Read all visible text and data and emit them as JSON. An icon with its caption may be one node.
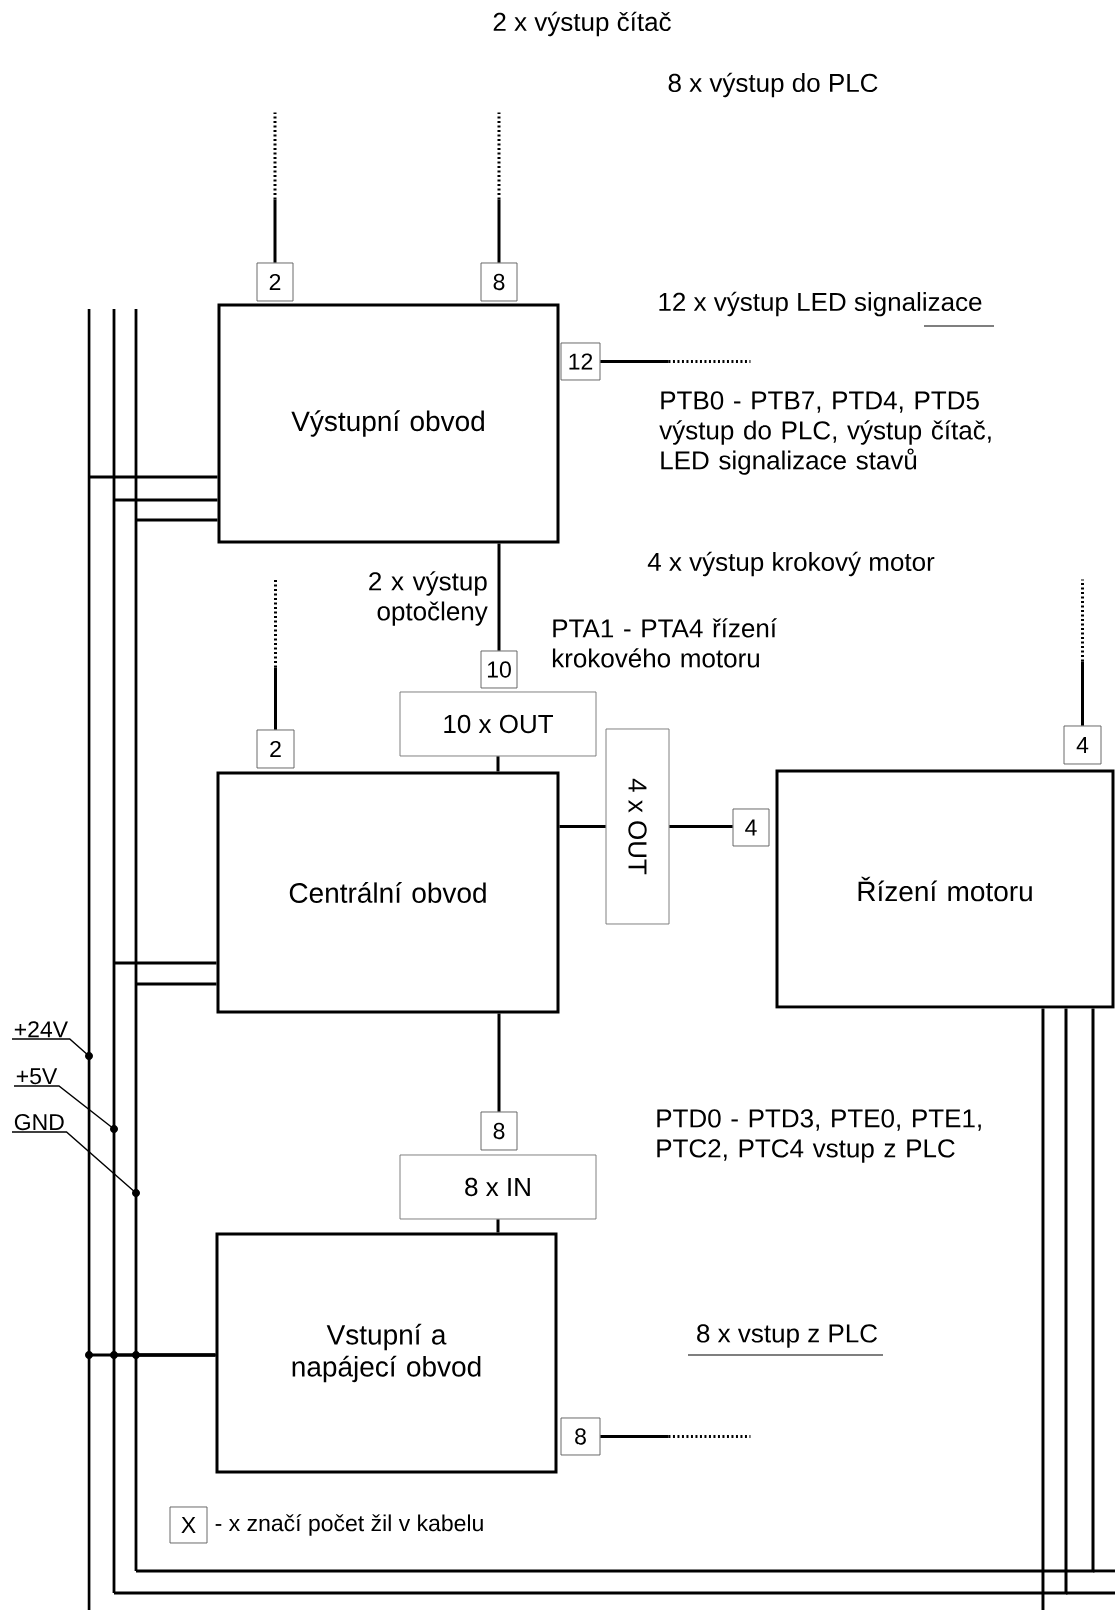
{
  "diagram": {
    "nodes": [
      {
        "text": [
          "Výstupní obvod"
        ]
      },
      {
        "text": [
          "Centrální obvod"
        ]
      },
      {
        "text": [
          "Řízení motoru"
        ]
      },
      {
        "text": [
          "Vstupní a napájecí obvod"
        ]
      },
      {
        "text": [
          "2"
        ]
      },
      {
        "text": [
          "8"
        ]
      },
      {
        "text": [
          "12"
        ]
      },
      {
        "text": [
          "10"
        ]
      },
      {
        "text": [
          "10 x OUT"
        ]
      },
      {
        "text": [
          "2"
        ]
      },
      {
        "text": [
          "4 x OUT"
        ]
      },
      {
        "text": [
          "4"
        ]
      },
      {
        "text": [
          "4"
        ]
      },
      {
        "text": [
          "8"
        ]
      },
      {
        "text": [
          "8 x IN"
        ]
      },
      {
        "text": [
          "8"
        ]
      },
      {
        "text": [
          "X"
        ],
        "beside": [
          "- x značí počet žil v kabelu"
        ]
      },
      {
        "text": [
          "+24V"
        ]
      },
      {
        "text": [
          "+5V"
        ]
      },
      {
        "text": [
          "GND"
        ]
      },
      {
        "text": [],
        "shape": "bar"
      },
      {
        "text": [],
        "shape": "bar"
      },
      {
        "text": [],
        "shape": "bar"
      }
    ],
    "edges": [
      {
        "from": 4,
        "to": null,
        "arrow": "none",
        "style": "dashed"
      },
      {
        "from": 5,
        "to": null,
        "arrow": "none",
        "style": "dashed"
      },
      {
        "from": 6,
        "to": null,
        "arrow": "none",
        "style": "dashed"
      },
      {
        "from": 0,
        "to": 7,
        "arrow": "none",
        "label": "2 x výstup optočleny"
      },
      {
        "from": 8,
        "to": 1,
        "arrow": "none"
      },
      {
        "from": 9,
        "to": null,
        "arrow": "none",
        "style": "dashed"
      },
      {
        "from": 1,
        "to": 10,
        "arrow": "none"
      },
      {
        "from": 10,
        "to": 11,
        "arrow": "none"
      },
      {
        "from": 12,
        "to": null,
        "arrow": "none",
        "style": "dashed"
      },
      {
        "from": 1,
        "to": 13,
        "arrow": "none"
      },
      {
        "from": 14,
        "to": 3,
        "arrow": "none"
      },
      {
        "from": 15,
        "to": null,
        "arrow": "none",
        "style": "dashed"
      },
      {
        "from": 17,
        "to": 20,
        "arrow": "none"
      },
      {
        "from": 18,
        "to": 21,
        "arrow": "none"
      },
      {
        "from": 19,
        "to": 22,
        "arrow": "none"
      },
      {
        "from": 20,
        "to": 0,
        "arrow": "none"
      },
      {
        "from": 21,
        "to": 0,
        "arrow": "none"
      },
      {
        "from": 22,
        "to": 0,
        "arrow": "none"
      },
      {
        "from": 21,
        "to": 1,
        "arrow": "none"
      },
      {
        "from": 22,
        "to": 1,
        "arrow": "none"
      },
      {
        "from": 20,
        "to": 3,
        "arrow": "none"
      },
      {
        "from": 21,
        "to": 3,
        "arrow": "none"
      },
      {
        "from": 22,
        "to": 3,
        "arrow": "none"
      },
      {
        "from": 21,
        "to": 2,
        "arrow": "none"
      },
      {
        "from": 22,
        "to": 2,
        "arrow": "none"
      },
      {
        "from": 2,
        "to": null,
        "arrow": "none"
      }
    ],
    "labels": [
      "2 x výstup čítač",
      "8 x výstup do PLC",
      "12 x výstup LED signalizace",
      "PTB0 - PTB7, PTD4, PTD5 výstup do PLC, výstup čítač, LED signalizace stavů",
      "4 x výstup krokový motor",
      "PTA1 - PTA4 řízení krokového motoru",
      "PTD0 - PTD3, PTE0, PTE1, PTC2, PTC4 vstup z PLC",
      "8 x vstup z PLC"
    ]
  }
}
